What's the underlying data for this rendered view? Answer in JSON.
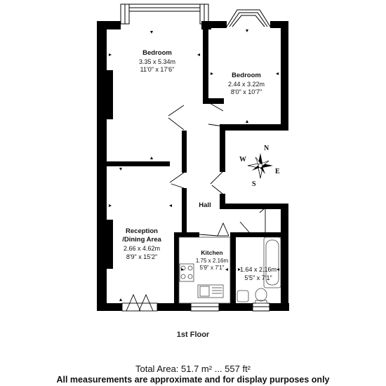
{
  "rooms": {
    "bedroom1": {
      "name": "Bedroom",
      "metric": "3.35 x 5.34m",
      "imperial": "11'0\" x 17'6\""
    },
    "bedroom2": {
      "name": "Bedroom",
      "metric": "2.44 x 3.22m",
      "imperial": "8'0\" x 10'7\""
    },
    "reception": {
      "name_line1": "Reception",
      "name_line2": "/Dining Area",
      "metric": "2.66 x 4.62m",
      "imperial": "8'9\" x 15'2\""
    },
    "kitchen": {
      "name": "Kitchen",
      "metric": "1.75 x 2.16m",
      "imperial": "5'9\" x 7'1\""
    },
    "hall": {
      "name": "Hall"
    },
    "bathroom": {
      "metric": "1.64 x 2.16m",
      "imperial": "5'5\" x 7'1\""
    }
  },
  "compass": {
    "north": "N",
    "south": "S",
    "east": "E",
    "west": "W"
  },
  "floor_label": "1st Floor",
  "total_area": "Total Area: 51.7 m² ... 557 ft²",
  "disclaimer": "All measurements are approximate and for display purposes only",
  "colors": {
    "wall": "#000000",
    "fixture": "#555555"
  }
}
